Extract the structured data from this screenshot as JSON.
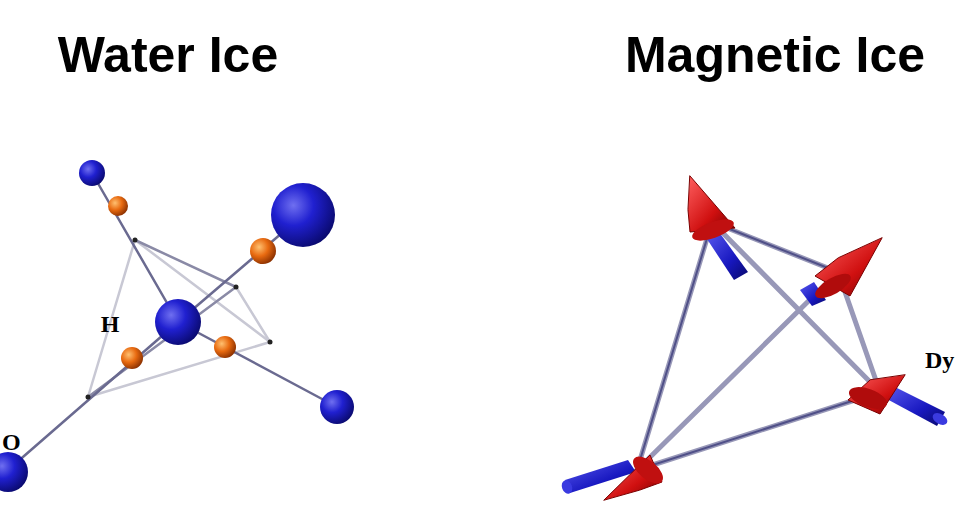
{
  "diagram": {
    "labels": [
      "Water Ice",
      "Magnetic Ice",
      "H",
      "O",
      "Dy"
    ]
  }
}
